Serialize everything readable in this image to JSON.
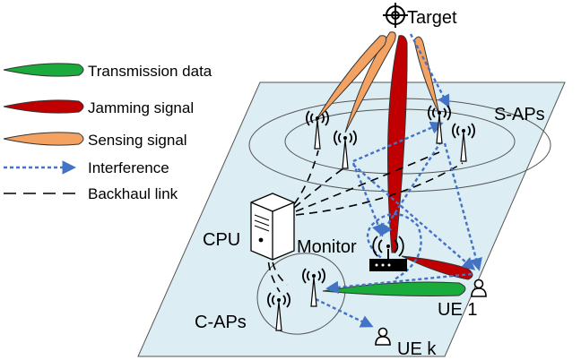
{
  "legend": {
    "items": [
      {
        "key": "transmission",
        "label": "Transmission data"
      },
      {
        "key": "jamming",
        "label": "Jamming signal"
      },
      {
        "key": "sensing",
        "label": "Sensing signal"
      },
      {
        "key": "interference",
        "label": "Interference"
      },
      {
        "key": "backhaul",
        "label": "Backhaul link"
      }
    ]
  },
  "labels": {
    "target": "Target",
    "s_aps": "S-APs",
    "cpu": "CPU",
    "monitor": "Monitor",
    "c_aps": "C-APs",
    "ue1": "UE 1",
    "uek": "UE k"
  },
  "colors": {
    "transmission": "#1aab3c",
    "jamming": "#c00000",
    "sensing": "#f4a261",
    "interference": "#4472c4",
    "plane": "#dcedf4",
    "outline": "#333333"
  },
  "icons": [
    "target-icon",
    "antenna-icon",
    "server-icon",
    "user-icon",
    "monitor-device-icon"
  ]
}
